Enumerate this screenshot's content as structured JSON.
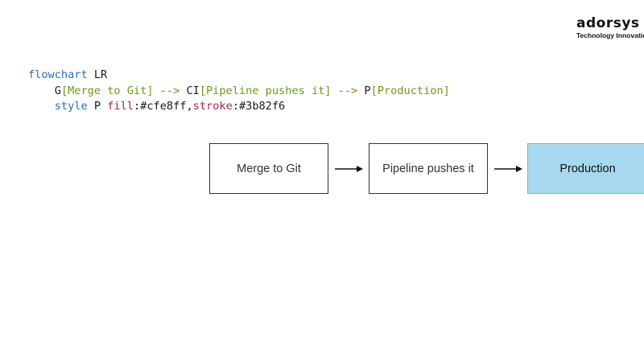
{
  "brand": {
    "name": "adorsys",
    "tagline": "Technology Innovation"
  },
  "code": {
    "line1": {
      "keyword": "flowchart",
      "direction": " LR"
    },
    "line2": {
      "indent": "    ",
      "g_id": "G",
      "g_label": "[Merge to Git]",
      "arrow1": " --> ",
      "ci_id": "CI",
      "ci_label": "[Pipeline pushes it]",
      "arrow2": " --> ",
      "p_id": "P",
      "p_label": "[Production]"
    },
    "line3": {
      "indent": "    ",
      "keyword": "style",
      "target": " P ",
      "fill_key": "fill",
      "fill_val": ":#cfe8ff,",
      "stroke_key": "stroke",
      "stroke_val": ":#3b82f6"
    }
  },
  "diagram": {
    "type": "flowchart",
    "direction": "LR",
    "nodes": [
      {
        "id": "G",
        "label": "Merge to Git"
      },
      {
        "id": "CI",
        "label": "Pipeline pushes it"
      },
      {
        "id": "P",
        "label": "Production",
        "fill": "#a7d8f0"
      }
    ],
    "edges": [
      {
        "from": "G",
        "to": "CI"
      },
      {
        "from": "CI",
        "to": "P"
      }
    ]
  },
  "colors": {
    "keyword": "#2a6fb0",
    "string": "#6a9a1a",
    "operator": "#c06a1a",
    "property": "#a6245a"
  }
}
